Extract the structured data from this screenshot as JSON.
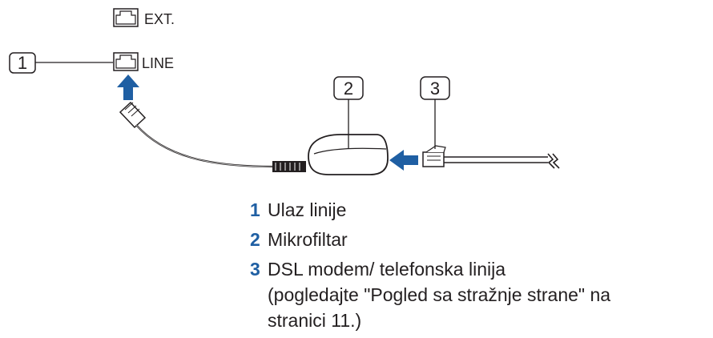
{
  "ports": {
    "ext_label": "EXT.",
    "line_label": "LINE"
  },
  "callouts": [
    {
      "number": "1"
    },
    {
      "number": "2"
    },
    {
      "number": "3"
    }
  ],
  "legend": [
    {
      "number": "1",
      "text": "Ulaz linije"
    },
    {
      "number": "2",
      "text": "Mikrofiltar"
    },
    {
      "number": "3",
      "text": "DSL modem/ telefonska linija\n(pogledajte \"Pogled sa stražnje strane\" na\nstranici 11.)"
    }
  ],
  "colors": {
    "arrow": "#1f5fa3",
    "line": "#231f20",
    "number_accent": "#1f5fa3"
  }
}
